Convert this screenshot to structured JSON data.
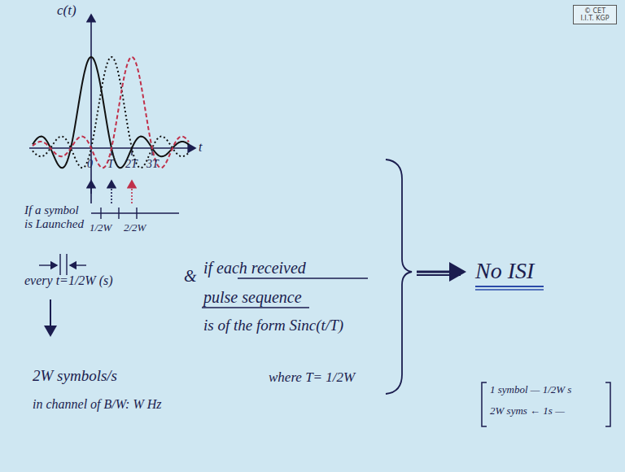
{
  "diagram": {
    "nodes": [
      {
        "text": [
          "© CET I.I.T. KGP"
        ]
      }
    ],
    "labels": [
      "c(t)",
      "t",
      "0",
      "T",
      "2T",
      "3T",
      "1/2W",
      "2/2W",
      "If a symbol is Launched",
      "every t=1/2W (s)",
      "&",
      "if each received",
      "pulse sequence",
      "is of the form Sinc(t/T)",
      "where T= 1/2W",
      "2W symbols/s",
      "in channel of B/W: W Hz",
      "No ISI",
      "1 symbol — 1/2W s",
      "2W syms ← 1s —"
    ]
  }
}
